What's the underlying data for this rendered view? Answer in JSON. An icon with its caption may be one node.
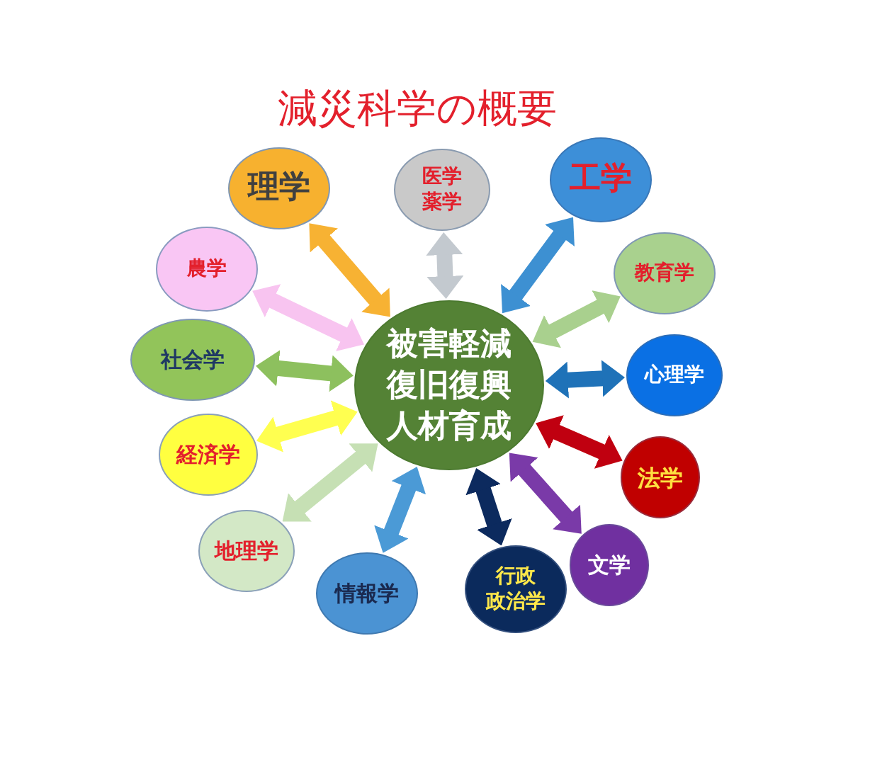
{
  "diagram": {
    "title": "減災科学の概要",
    "nodes": [
      {
        "text": [
          "被害軽減",
          "復旧復興",
          "人材育成"
        ]
      },
      {
        "text": [
          "理学"
        ]
      },
      {
        "text": [
          "医学",
          "薬学"
        ]
      },
      {
        "text": [
          "工学"
        ]
      },
      {
        "text": [
          "教育学"
        ]
      },
      {
        "text": [
          "心理学"
        ]
      },
      {
        "text": [
          "法学"
        ]
      },
      {
        "text": [
          "文学"
        ]
      },
      {
        "text": [
          "行政",
          "政治学"
        ]
      },
      {
        "text": [
          "情報学"
        ]
      },
      {
        "text": [
          "地理学"
        ]
      },
      {
        "text": [
          "経済学"
        ]
      },
      {
        "text": [
          "社会学"
        ]
      },
      {
        "text": [
          "農学"
        ]
      }
    ],
    "edges": [
      {
        "from": 1,
        "to": 0,
        "arrow": "both",
        "color": "#f7b233"
      },
      {
        "from": 2,
        "to": 0,
        "arrow": "both",
        "color": "#c3c9cf"
      },
      {
        "from": 3,
        "to": 0,
        "arrow": "both",
        "color": "#3d90d2"
      },
      {
        "from": 4,
        "to": 0,
        "arrow": "both",
        "color": "#a9d08e"
      },
      {
        "from": 5,
        "to": 0,
        "arrow": "both",
        "color": "#1f72b8"
      },
      {
        "from": 6,
        "to": 0,
        "arrow": "both",
        "color": "#c00010"
      },
      {
        "from": 7,
        "to": 0,
        "arrow": "both",
        "color": "#7a3aa8"
      },
      {
        "from": 8,
        "to": 0,
        "arrow": "both",
        "color": "#0c2a5e"
      },
      {
        "from": 9,
        "to": 0,
        "arrow": "both",
        "color": "#4b9ad6"
      },
      {
        "from": 10,
        "to": 0,
        "arrow": "both",
        "color": "#c6e0b4"
      },
      {
        "from": 11,
        "to": 0,
        "arrow": "both",
        "color": "#ffff50"
      },
      {
        "from": 12,
        "to": 0,
        "arrow": "both",
        "color": "#8dc05e"
      },
      {
        "from": 13,
        "to": 0,
        "arrow": "both",
        "color": "#f8c4f0"
      }
    ]
  }
}
